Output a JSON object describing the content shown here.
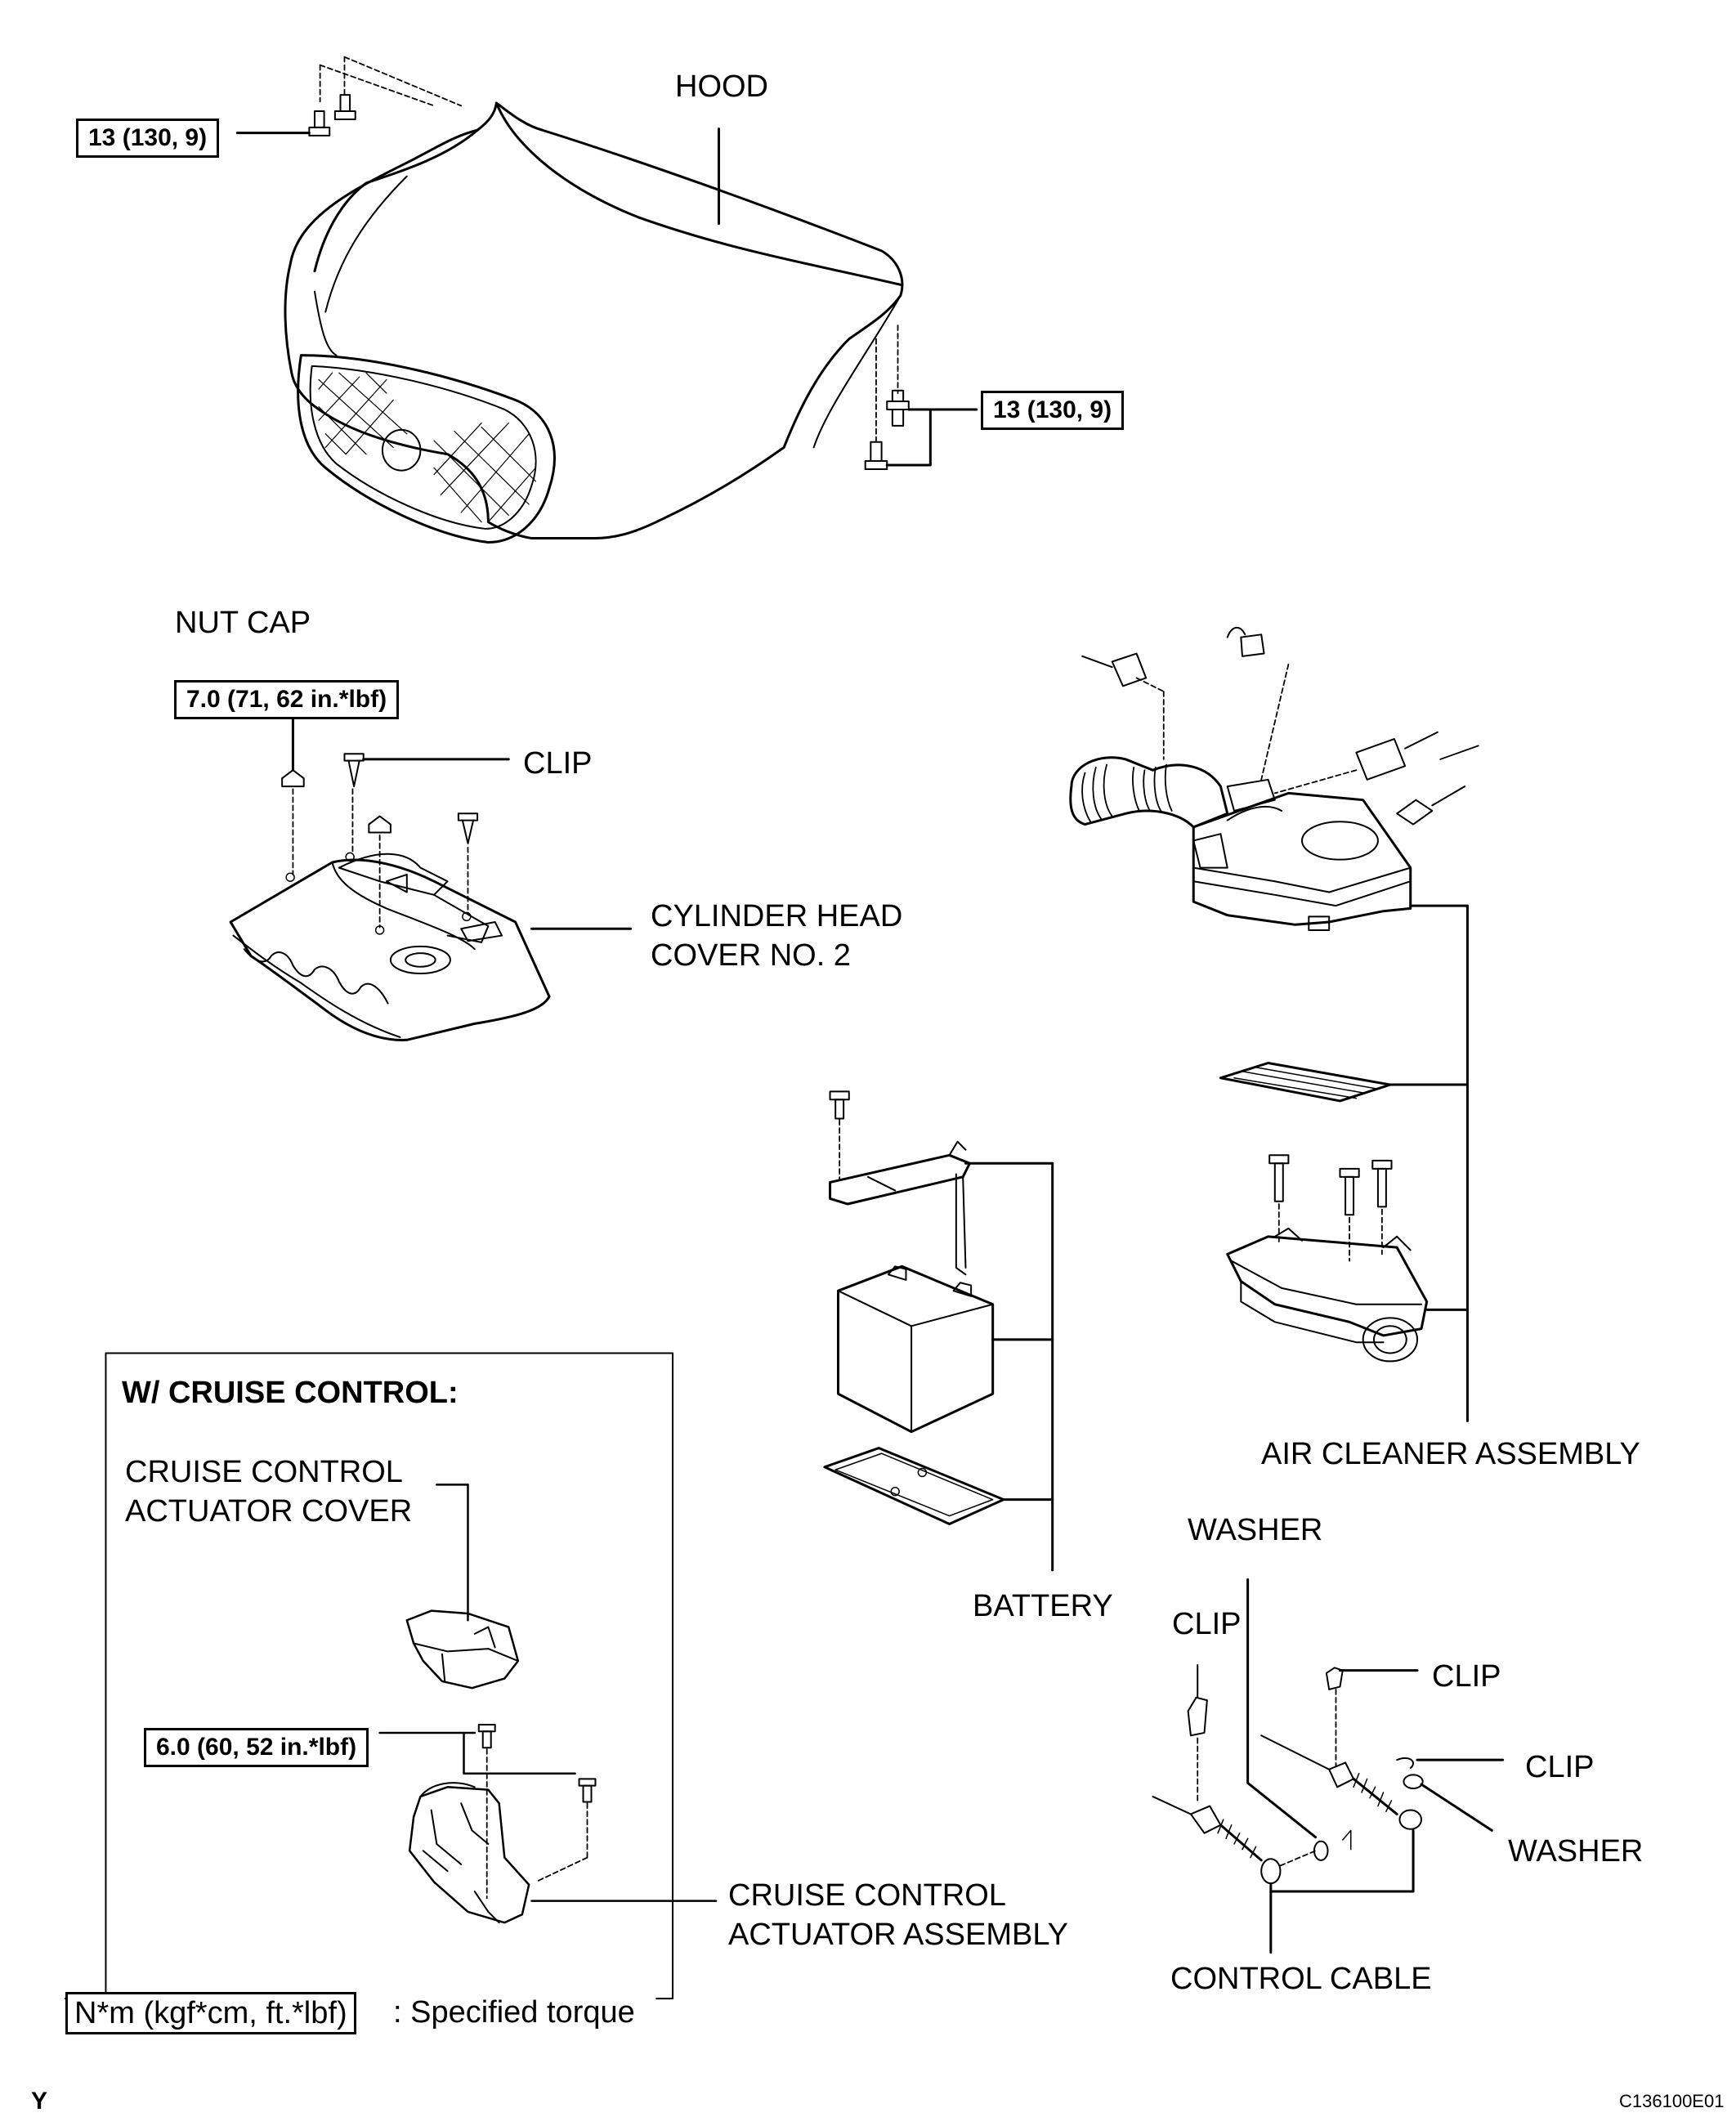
{
  "labels": {
    "hood": "HOOD",
    "nut_cap": "NUT CAP",
    "clip_top": "CLIP",
    "cyl_head_1": "CYLINDER HEAD",
    "cyl_head_2": "COVER NO. 2",
    "air_cleaner": "AIR CLEANER ASSEMBLY",
    "battery": "BATTERY",
    "washer_top": "WASHER",
    "clip_left": "CLIP",
    "clip_right": "CLIP",
    "clip_right2": "CLIP",
    "washer_right": "WASHER",
    "control_cable": "CONTROL CABLE",
    "cruise_cover_1": "CRUISE CONTROL",
    "cruise_cover_2": "ACTUATOR COVER",
    "cruise_assy_1": "CRUISE CONTROL",
    "cruise_assy_2": "ACTUATOR ASSEMBLY"
  },
  "torque": {
    "hood_left": "13 (130, 9)",
    "hood_right": "13 (130, 9)",
    "nut_cap": "7.0 (71, 62 in.*lbf)",
    "cruise": "6.0 (60, 52 in.*lbf)"
  },
  "inset": {
    "title": "W/ CRUISE CONTROL:"
  },
  "legend": {
    "unit": "N*m (kgf*cm, ft.*lbf)",
    "text": ": Specified torque"
  },
  "corner": {
    "left": "Y",
    "right": "C136100E01"
  }
}
